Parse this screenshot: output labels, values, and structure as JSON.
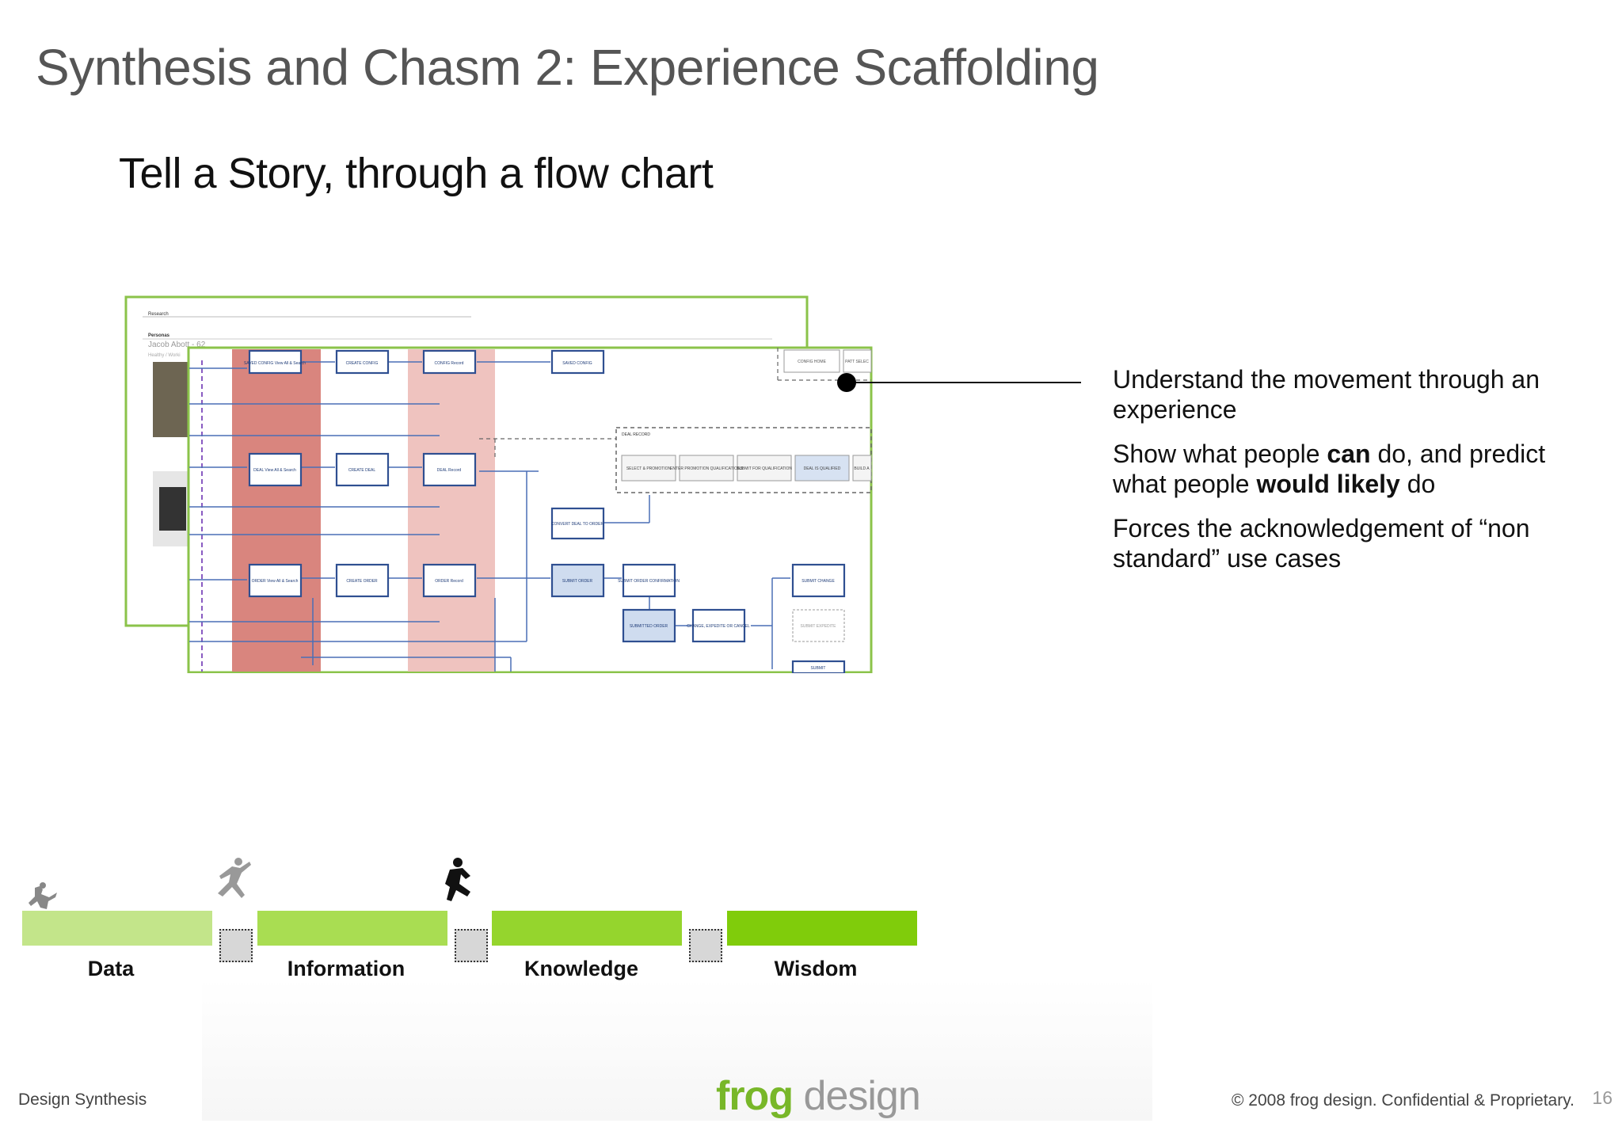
{
  "slide": {
    "title": "Synthesis and Chasm 2: Experience Scaffolding",
    "subtitle": "Tell a Story, through a flow chart"
  },
  "bullets": [
    {
      "parts": [
        "Understand the movement through an experience"
      ]
    },
    {
      "pre": "Show what people ",
      "b1": "can",
      "mid": " do, and predict what people ",
      "b2": "would likely",
      "post": " do"
    },
    {
      "parts": [
        "Forces the acknowledgement of “non standard” use cases"
      ]
    }
  ],
  "figure": {
    "back_header": "Research",
    "back_section": "Personas",
    "back_persona": "Jacob Abott - 62",
    "back_note": "Healthy / Worki",
    "boxes": {
      "b1": "SAVED CONFIG View All & Search",
      "b2": "CREATE CONFIG",
      "b3": "CONFIG Record",
      "b4": "SAVED CONFIG",
      "b5": "CONFIG HOME",
      "b6": "PATT SELEC",
      "b7": "DEAL View All & Search",
      "b8": "CREATE DEAL",
      "b9": "DEAL Record",
      "b10": "DEAL RECORD",
      "b11": "SELECT & PROMOTION",
      "b12": "ENTER PROMOTION QUALIFICATIONS",
      "b13": "SUBMIT FOR QUALIFICATION",
      "b14": "DEAL IS QUALIFIED",
      "b15": "BUILD A",
      "b16": "CONVERT DEAL TO ORDER",
      "b17": "ORDER View All & Search",
      "b18": "CREATE ORDER",
      "b19": "ORDER Record",
      "b20": "SUBMIT ORDER",
      "b21": "SUBMIT ORDER CONFIRMATION",
      "b22": "SUBMITTED ORDER",
      "b23": "CHANGE, EXPEDITE OR CANCEL",
      "b24": "SUBMIT CHANGE",
      "b25": "SUBMIT EXPEDITE",
      "b26": "SUBMIT"
    }
  },
  "dikw": {
    "stages": [
      "Data",
      "Information",
      "Knowledge",
      "Wisdom"
    ],
    "colors": [
      "#c3e58a",
      "#a9dd52",
      "#95d52d",
      "#80cc0b"
    ],
    "runner_icons": [
      "person-crouch-icon",
      "person-leap-icon",
      "person-jump-icon"
    ]
  },
  "footer": {
    "left": "Design Synthesis",
    "logo_frog": "frog",
    "logo_design": " design",
    "right": "© 2008 frog design. Confidential & Proprietary.",
    "page": "16"
  }
}
